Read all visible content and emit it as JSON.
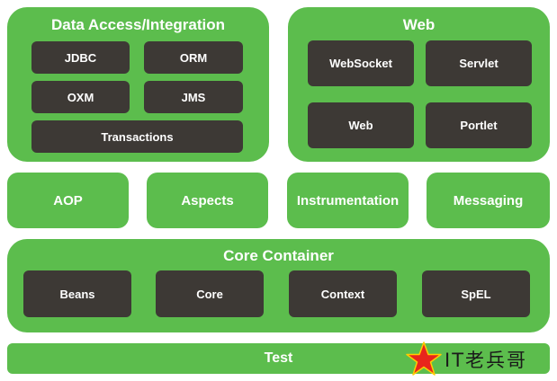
{
  "data_access": {
    "title": "Data Access/Integration",
    "modules": [
      "JDBC",
      "ORM",
      "OXM",
      "JMS",
      "Transactions"
    ]
  },
  "web": {
    "title": "Web",
    "modules": [
      "WebSocket",
      "Servlet",
      "Web",
      "Portlet"
    ]
  },
  "middle": [
    "AOP",
    "Aspects",
    "Instrumentation",
    "Messaging"
  ],
  "core_container": {
    "title": "Core Container",
    "modules": [
      "Beans",
      "Core",
      "Context",
      "SpEL"
    ]
  },
  "test": "Test",
  "watermark": {
    "text": "IT老兵哥",
    "icon": "red-star-icon",
    "star_color": "#e8251c"
  },
  "colors": {
    "green": "#5cbd4d",
    "module": "#3d3935"
  }
}
